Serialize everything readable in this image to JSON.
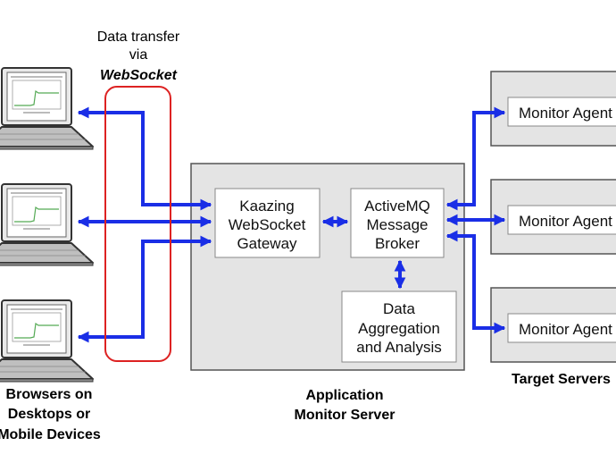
{
  "transfer_label": {
    "line1": "Data transfer",
    "line2": "via",
    "line3": "WebSocket"
  },
  "gateway": {
    "line1": "Kaazing",
    "line2": "WebSocket",
    "line3": "Gateway"
  },
  "broker": {
    "line1": "ActiveMQ",
    "line2": "Message",
    "line3": "Broker"
  },
  "analysis": {
    "line1": "Data",
    "line2": "Aggregation",
    "line3": "and Analysis"
  },
  "agents": [
    {
      "label": "Monitor Agent"
    },
    {
      "label": "Monitor Agent"
    },
    {
      "label": "Monitor Agent"
    }
  ],
  "captions": {
    "browsers_line1": "Browsers on",
    "browsers_line2": "Desktops or",
    "browsers_line3": "Mobile Devices",
    "server_line1": "Application",
    "server_line2": "Monitor Server",
    "targets": "Target Servers"
  },
  "colors": {
    "arrow": "#1a2ee6",
    "websocket_outline": "#dd2222",
    "server_fill": "#e4e4e4",
    "box_stroke": "#555555"
  }
}
